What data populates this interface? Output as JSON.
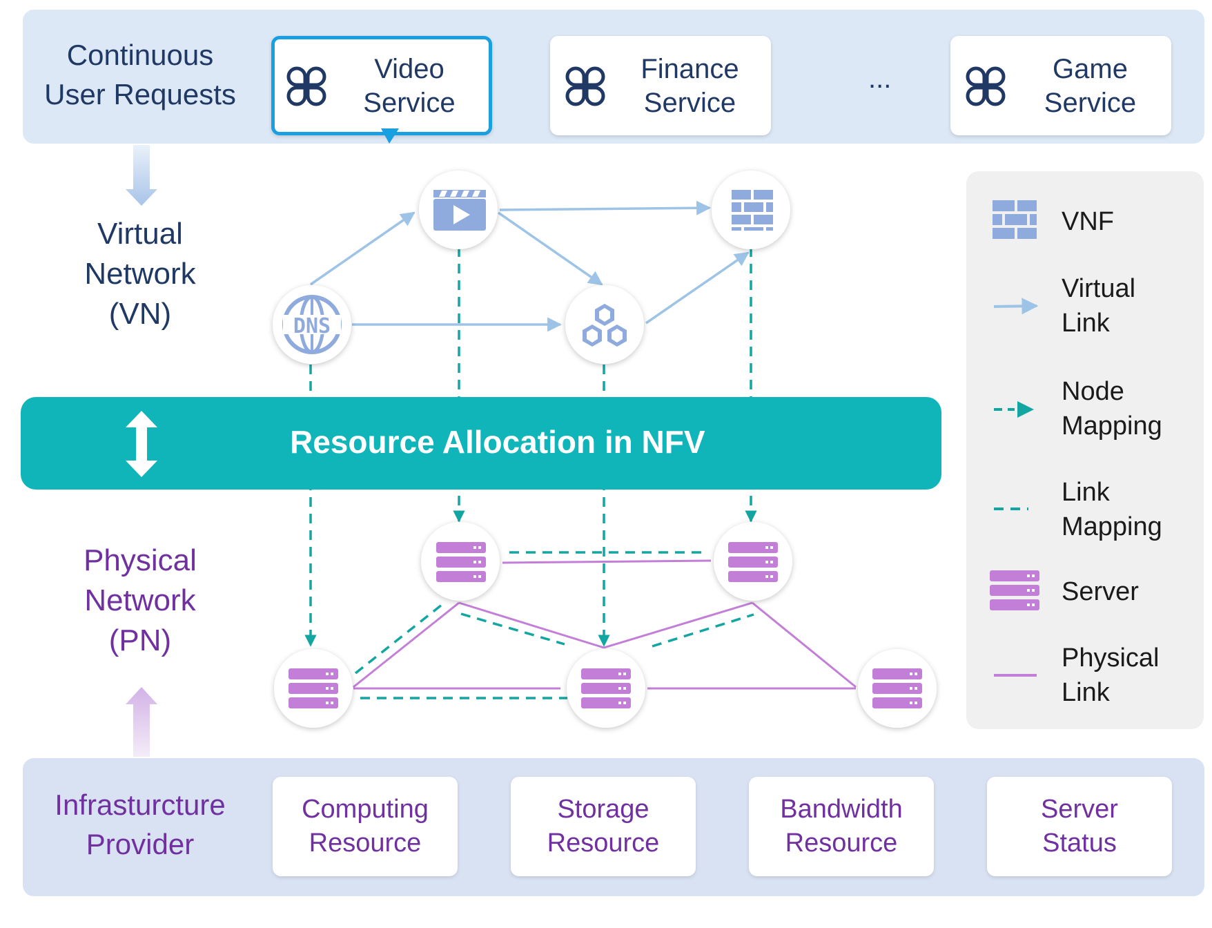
{
  "top_band": {
    "title": "Continuous\nUser Requests",
    "services": [
      {
        "label": "Video\nService",
        "icon": "service-icon",
        "selected": true
      },
      {
        "label": "Finance\nService",
        "icon": "service-icon",
        "selected": false
      },
      {
        "label": "Game\nService",
        "icon": "service-icon",
        "selected": false
      }
    ],
    "ellipsis": "..."
  },
  "virtual_network": {
    "label": "Virtual\nNetwork\n(VN)",
    "nodes": [
      "video-icon",
      "firewall-icon",
      "dns-icon",
      "cube-cluster-icon"
    ]
  },
  "nfv_bar": {
    "label": "Resource Allocation in NFV",
    "icon": "double-arrow-icon"
  },
  "physical_network": {
    "label": "Physical\nNetwork\n(PN)",
    "nodes": [
      "server-icon",
      "server-icon",
      "server-icon",
      "server-icon",
      "server-icon"
    ]
  },
  "bottom_band": {
    "title": "Infrasturcture\nProvider",
    "resources": [
      {
        "label": "Computing\nResource"
      },
      {
        "label": "Storage\nResource"
      },
      {
        "label": "Bandwidth\nResource"
      },
      {
        "label": "Server\nStatus"
      }
    ]
  },
  "legend": {
    "items": [
      {
        "label": "VNF",
        "icon": "vnf-icon"
      },
      {
        "label": "Virtual\nLink",
        "icon": "virtual-link-icon"
      },
      {
        "label": "Node\nMapping",
        "icon": "node-mapping-icon"
      },
      {
        "label": "Link\nMapping",
        "icon": "link-mapping-icon"
      },
      {
        "label": "Server",
        "icon": "server-icon"
      },
      {
        "label": "Physical\nLink",
        "icon": "physical-link-icon"
      }
    ]
  },
  "colors": {
    "virtual_link": "#9dc3e6",
    "mapping": "#13a5a2",
    "physical_link": "#c37ed8",
    "vn_text": "#1f3864",
    "pn_text": "#7030a0",
    "nfv_bar": "#10b5b9",
    "selected_border": "#1a9fe0"
  }
}
